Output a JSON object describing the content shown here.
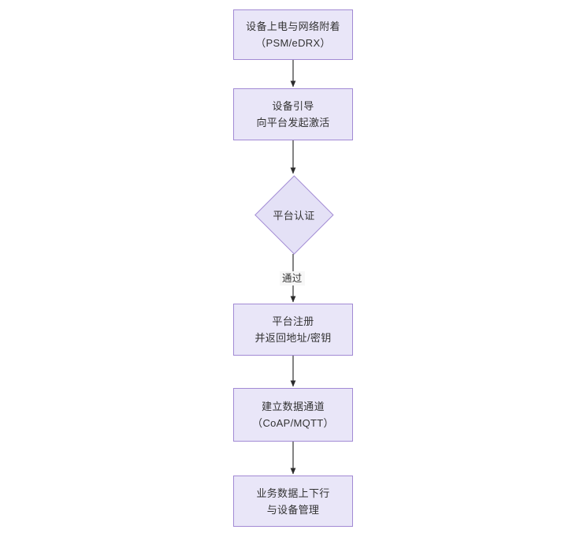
{
  "diagram": {
    "title_semantic": "nb-iot-device-activation-flow",
    "background_color": "#ffffff",
    "node_fill": "#e9e6f8",
    "node_border": "#a28ad4",
    "text_color": "#333333",
    "line_color": "#333333"
  },
  "nodes": [
    {
      "id": "power",
      "type": "process",
      "line1": "设备上电与网络附着",
      "line2": "（PSM/eDRX）",
      "label": "设备上电与网络附着\n（PSM/eDRX）"
    },
    {
      "id": "bootstrap",
      "type": "process",
      "line1": "设备引导",
      "line2": "向平台发起激活",
      "label": "设备引导\n向平台发起激活"
    },
    {
      "id": "auth",
      "type": "decision",
      "line1": "平台认证",
      "label": "平台认证"
    },
    {
      "id": "register",
      "type": "process",
      "line1": "平台注册",
      "line2": "并返回地址/密钥",
      "label": "平台注册\n并返回地址/密钥"
    },
    {
      "id": "channel",
      "type": "process",
      "line1": "建立数据通道",
      "line2": "（CoAP/MQTT）",
      "label": "建立数据通道\n（CoAP/MQTT）"
    },
    {
      "id": "data",
      "type": "process",
      "line1": "业务数据上下行",
      "line2": "与设备管理",
      "label": "业务数据上下行\n与设备管理"
    }
  ],
  "edges": [
    {
      "from": "power",
      "to": "bootstrap",
      "label": ""
    },
    {
      "from": "bootstrap",
      "to": "auth",
      "label": ""
    },
    {
      "from": "auth",
      "to": "register",
      "label": "通过"
    },
    {
      "from": "register",
      "to": "channel",
      "label": ""
    },
    {
      "from": "channel",
      "to": "data",
      "label": ""
    }
  ],
  "edge_labels": {
    "auth_pass": "通过"
  },
  "chart_data": {
    "type": "flowchart",
    "orientation": "vertical-top-down",
    "title": "",
    "node_count": 6,
    "edge_count": 5,
    "nodes": [
      "设备上电与网络附着（PSM/eDRX）",
      "设备引导 向平台发起激活",
      "平台认证",
      "平台注册 并返回地址/密钥",
      "建立数据通道（CoAP/MQTT）",
      "业务数据上下行 与设备管理"
    ],
    "edges": [
      [
        "设备上电与网络附着（PSM/eDRX）",
        "设备引导 向平台发起激活",
        ""
      ],
      [
        "设备引导 向平台发起激活",
        "平台认证",
        ""
      ],
      [
        "平台认证",
        "平台注册 并返回地址/密钥",
        "通过"
      ],
      [
        "平台注册 并返回地址/密钥",
        "建立数据通道（CoAP/MQTT）",
        ""
      ],
      [
        "建立数据通道（CoAP/MQTT）",
        "业务数据上下行 与设备管理",
        ""
      ]
    ]
  }
}
